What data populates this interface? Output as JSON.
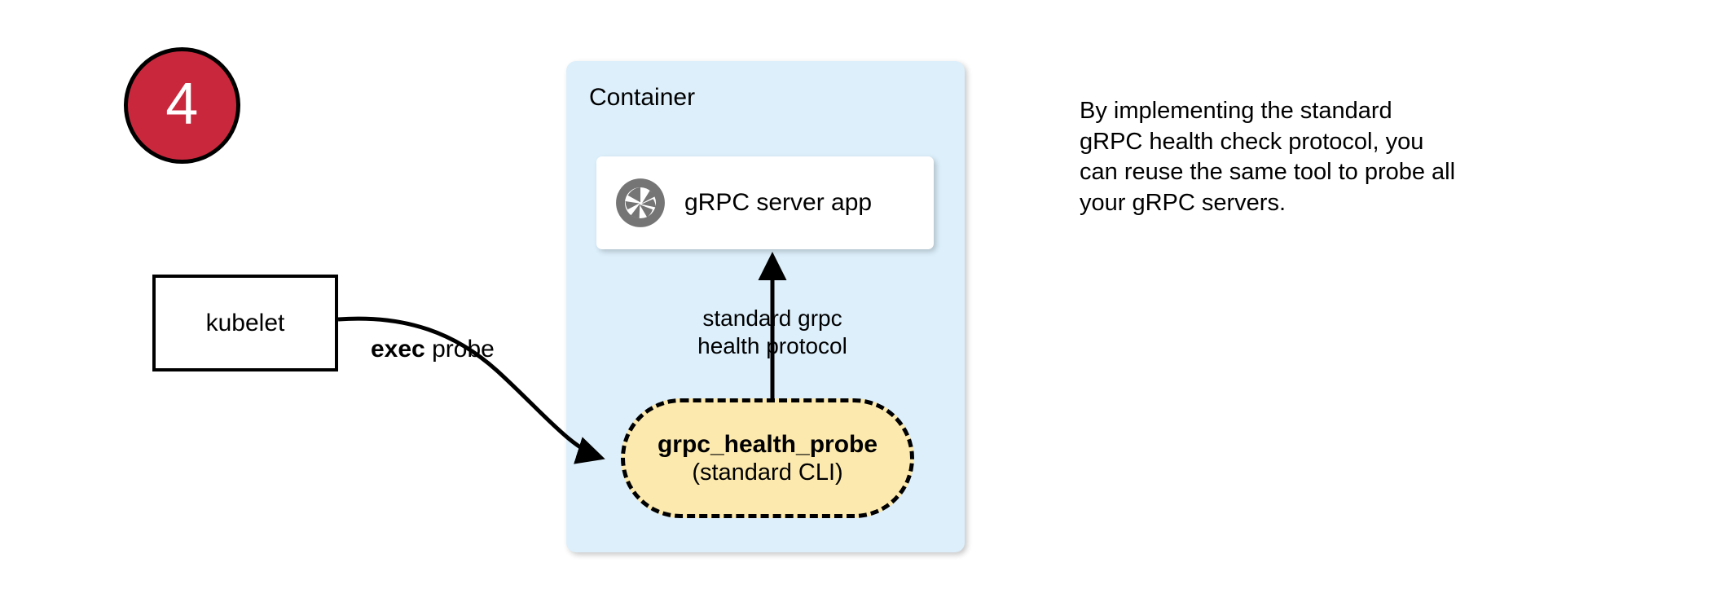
{
  "step": {
    "number": "4",
    "badge_color": "#c9283c",
    "text_color": "#ffffff"
  },
  "kubelet": {
    "label": "kubelet"
  },
  "container": {
    "label": "Container",
    "fill_color": "#dceffb"
  },
  "grpc_app": {
    "label": "gRPC server app",
    "icon": "grpc-aperture-icon",
    "icon_color": "#757575"
  },
  "health_probe": {
    "title": "grpc_health_probe",
    "subtitle": "(standard CLI)",
    "fill_color": "#fce9ae",
    "border_style": "dashed"
  },
  "connectors": {
    "protocol_label_line1": "standard grpc",
    "protocol_label_line2": "health protocol",
    "exec_label_bold": "exec",
    "exec_label_rest": " probe"
  },
  "note": {
    "line1": "By implementing the standard",
    "line2": "gRPC health check protocol, you",
    "line3": "can reuse the same tool to probe all",
    "line4": "your gRPC servers."
  }
}
